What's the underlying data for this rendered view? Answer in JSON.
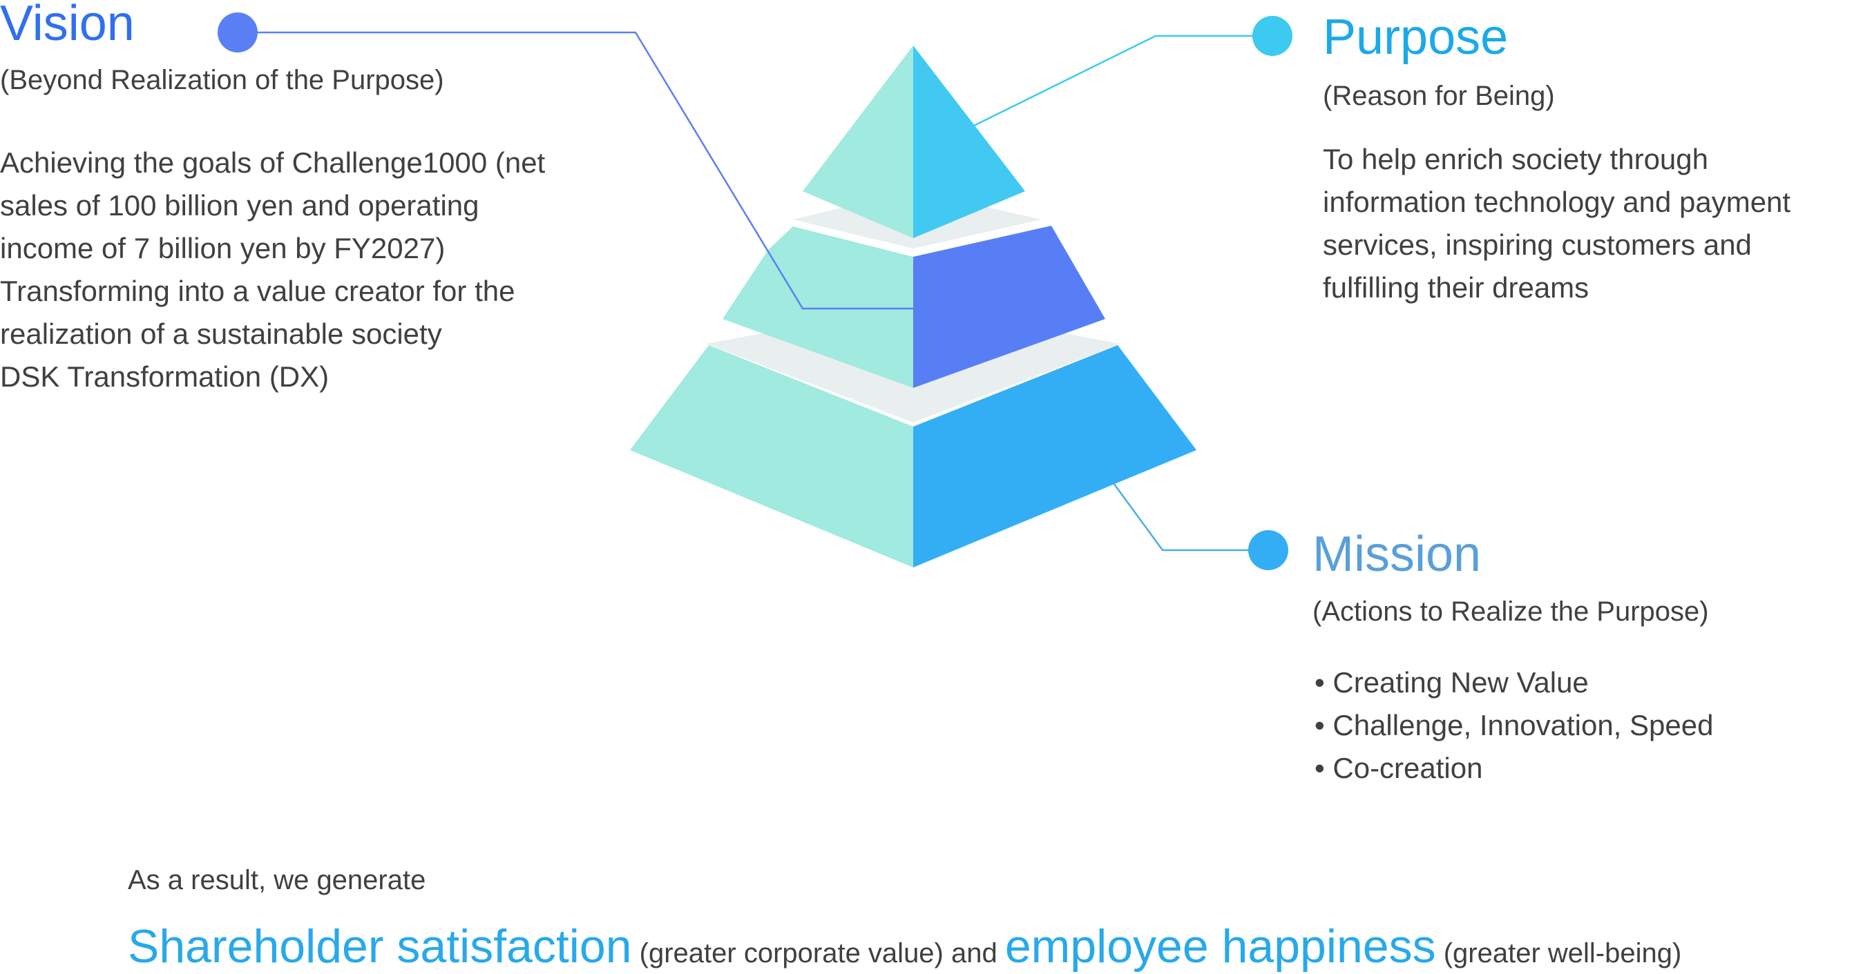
{
  "colors": {
    "vision": "#5b7ff5",
    "purpose": "#3ccaf0",
    "mission": "#5a9fd8",
    "mint": "#a0eadf",
    "gap": "#e9efef",
    "top_right": "#41c9f1",
    "mid_right": "#587ef6",
    "bottom_right": "#33aef5",
    "accent_text": "#27a9ea",
    "body_text": "#404040"
  },
  "vision": {
    "title": "Vision",
    "subtitle": "(Beyond Realization of the Purpose)",
    "lines": [
      "Achieving the goals of Challenge1000 (net",
      "sales of 100 billion yen and operating",
      "income of 7 billion yen by FY2027)",
      "Transforming into a value creator for the",
      "realization of a sustainable society",
      "DSK Transformation (DX)"
    ]
  },
  "purpose": {
    "title": "Purpose",
    "subtitle": "(Reason for Being)",
    "lines": [
      "To help enrich society through",
      "information technology and payment",
      "services, inspiring customers and",
      "fulfilling their dreams"
    ]
  },
  "mission": {
    "title": "Mission",
    "subtitle": "(Actions to Realize the Purpose)",
    "bullets": [
      "• Creating New Value",
      "• Challenge, Innovation, Speed",
      "• Co-creation"
    ]
  },
  "result": {
    "intro": "As a result, we generate",
    "highlight1": "Shareholder satisfaction",
    "note1": " (greater corporate value) and ",
    "highlight2": "employee happiness",
    "note2": " (greater well-being)"
  }
}
